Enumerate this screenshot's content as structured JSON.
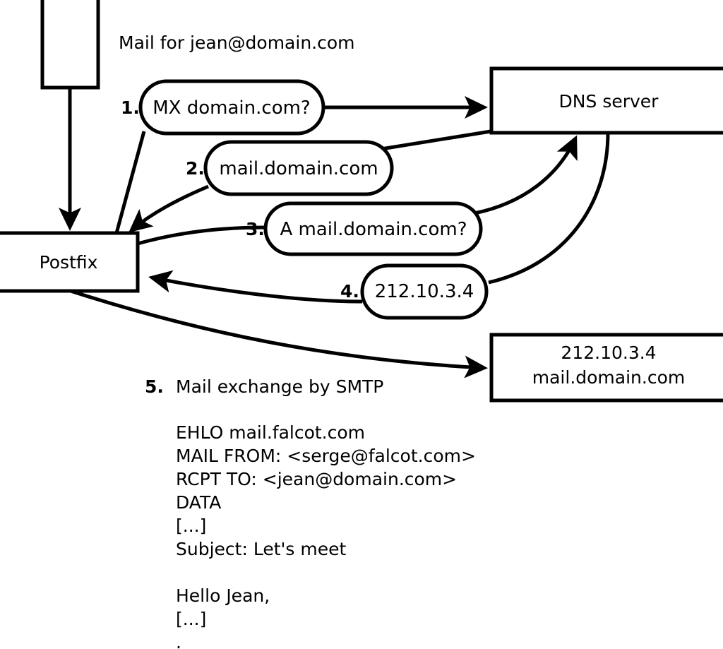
{
  "diagram": {
    "title_note": "Mail for jean@domain.com",
    "nodes": [
      {
        "id": "sender-box",
        "label": ""
      },
      {
        "id": "postfix-box",
        "label": "Postfix"
      },
      {
        "id": "dns-box",
        "label": "DNS server"
      },
      {
        "id": "destination-box",
        "line1": "212.10.3.4",
        "line2": "mail.domain.com"
      }
    ],
    "steps": [
      {
        "num": "1.",
        "label": "MX domain.com?"
      },
      {
        "num": "2.",
        "label": "mail.domain.com"
      },
      {
        "num": "3.",
        "label": "A mail.domain.com?"
      },
      {
        "num": "4.",
        "label": "212.10.3.4"
      },
      {
        "num": "5.",
        "label": "Mail exchange by SMTP"
      }
    ],
    "smtp_transcript": [
      "EHLO mail.falcot.com",
      "MAIL FROM: <serge@falcot.com>",
      "RCPT TO: <jean@domain.com>",
      "DATA",
      "[...]",
      "Subject: Let's meet",
      "",
      "Hello Jean,",
      "[...]",
      "."
    ],
    "colors": {
      "background": "#ffffff",
      "stroke": "#000000",
      "text": "#000000"
    }
  }
}
